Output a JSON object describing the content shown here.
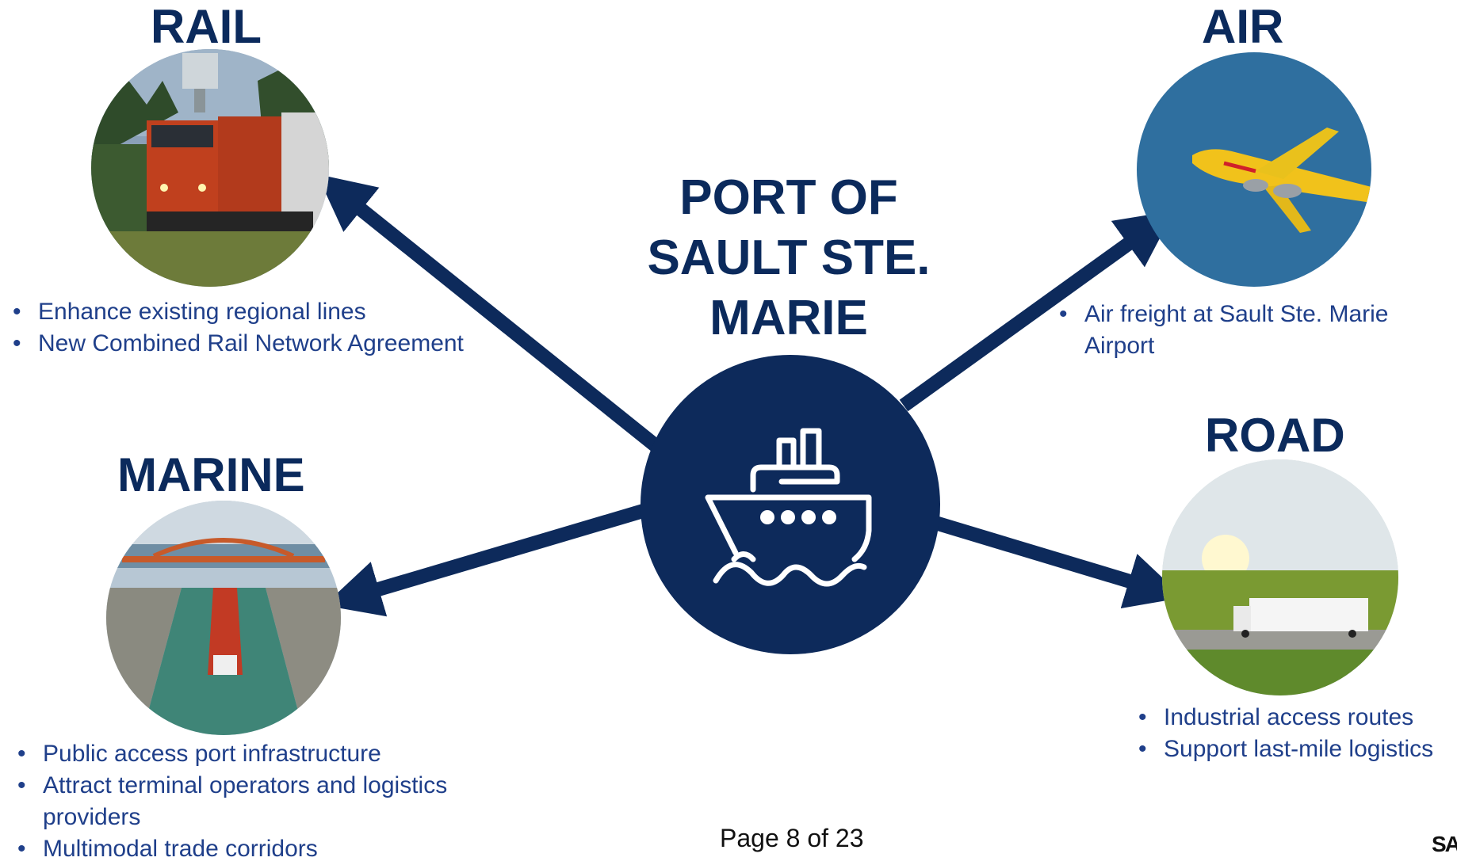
{
  "hub": {
    "title": "PORT OF\nSAULT STE.\nMARIE",
    "icon": "ship-icon"
  },
  "modes": {
    "rail": {
      "heading": "RAIL",
      "photo": "freight-train-photo",
      "bullets": [
        "Enhance existing regional lines",
        "New Combined Rail Network Agreement"
      ]
    },
    "air": {
      "heading": "AIR",
      "photo": "cargo-airplane-photo",
      "bullets": [
        "Air freight at Sault Ste. Marie Airport"
      ]
    },
    "marine": {
      "heading": "MARINE",
      "photo": "ship-canal-photo",
      "bullets": [
        "Public access port infrastructure",
        "Attract terminal operators and logistics providers",
        "Multimodal trade corridors"
      ]
    },
    "road": {
      "heading": "ROAD",
      "photo": "truck-highway-photo",
      "bullets": [
        "Industrial access routes",
        "Support last-mile logistics"
      ]
    }
  },
  "footer": {
    "page": "Page 8 of 23"
  },
  "corner_logo": "SA",
  "colors": {
    "navy": "#0d2a5b",
    "heading": "#0b2a5c",
    "bullet_text": "#1f3f8a",
    "arrow": "#0d2a5b"
  }
}
